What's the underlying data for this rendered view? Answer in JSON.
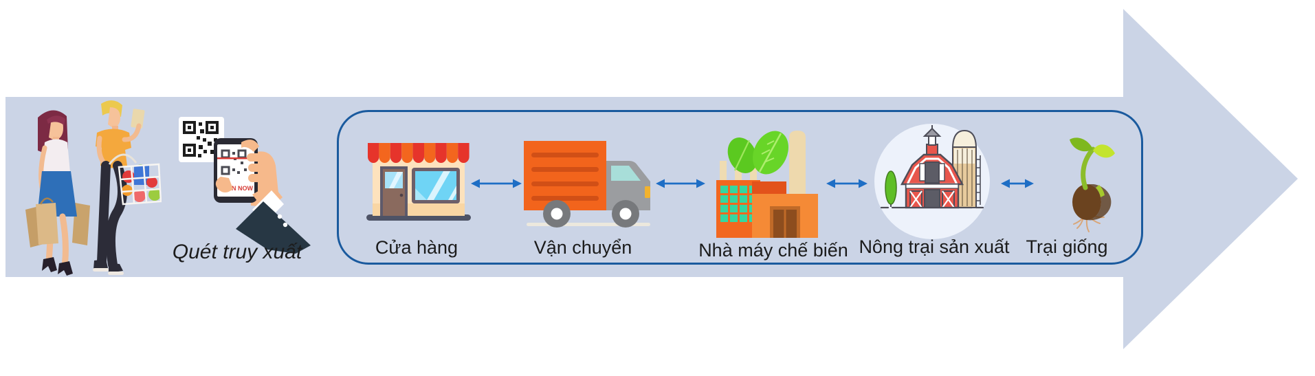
{
  "consumer": {
    "illustration": "two-shoppers-with-grocery-bags-and-basket",
    "scan_caption": "Quét truy xuất",
    "phone_cta": "SCAN NOW",
    "icons": [
      "qr-code-icon",
      "hand-holding-phone-icon"
    ]
  },
  "chain": {
    "stages": [
      {
        "label": "Cửa hàng",
        "icon": "storefront-icon"
      },
      {
        "label": "Vận chuyển",
        "icon": "delivery-truck-icon"
      },
      {
        "label": "Nhà máy chế biến",
        "icon": "processing-factory-icon"
      },
      {
        "label": "Nông trại sản xuất",
        "icon": "farm-barn-icon"
      },
      {
        "label": "Trại giống",
        "icon": "seedling-icon"
      }
    ],
    "connector_icon": "double-headed-arrow-icon"
  },
  "colors": {
    "arrow_body_fill": "#cbd4e6",
    "box_border_blue": "#1a5a9e",
    "connector_blue": "#1e6ec5",
    "label_text": "#1b1b1b",
    "scan_now_red": "#d63a34",
    "truck_store_orange": "#f2641c",
    "barn_red": "#e8564c"
  }
}
